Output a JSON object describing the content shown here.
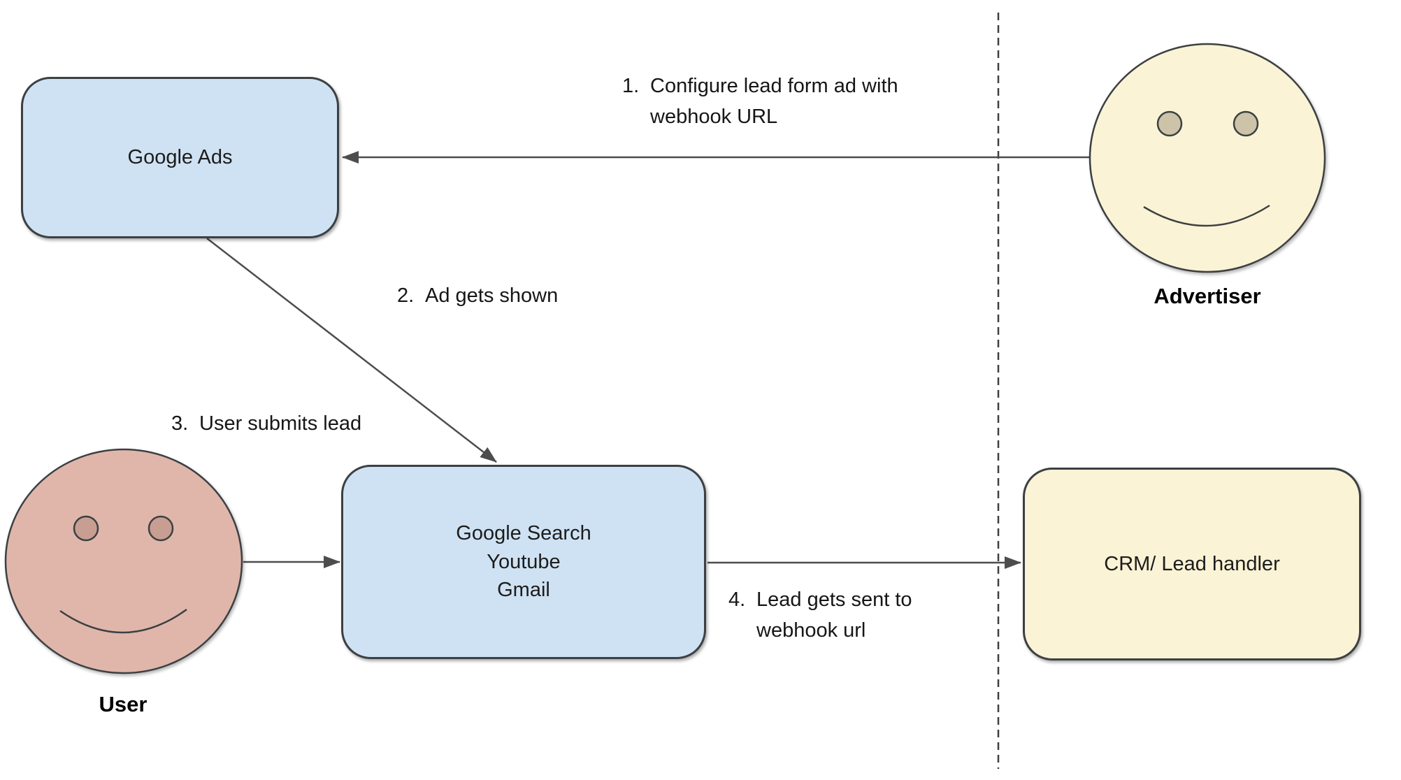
{
  "diagram": {
    "boxes": {
      "google_ads": {
        "label": "Google Ads"
      },
      "platforms": {
        "lines": [
          "Google Search",
          "Youtube",
          "Gmail"
        ]
      },
      "crm": {
        "label": "CRM/ Lead handler"
      }
    },
    "actors": {
      "advertiser": {
        "label": "Advertiser"
      },
      "user": {
        "label": "User"
      }
    },
    "steps": [
      {
        "num": "1.",
        "text": "Configure lead form ad with webhook URL"
      },
      {
        "num": "2.",
        "text": "Ad gets shown"
      },
      {
        "num": "3.",
        "text": "User submits lead"
      },
      {
        "num": "4.",
        "text": "Lead gets sent to webhook url"
      }
    ],
    "colors": {
      "box_blue": "#cfe2f3",
      "box_yellow": "#fbf3d5",
      "face_yellow": "#fbf3d5",
      "face_pink": "#e0b6ab",
      "eye_tan": "#ccc3a8",
      "eye_rose": "#c89e93",
      "stroke": "#3c4043",
      "arrow": "#4d4d4d"
    }
  }
}
